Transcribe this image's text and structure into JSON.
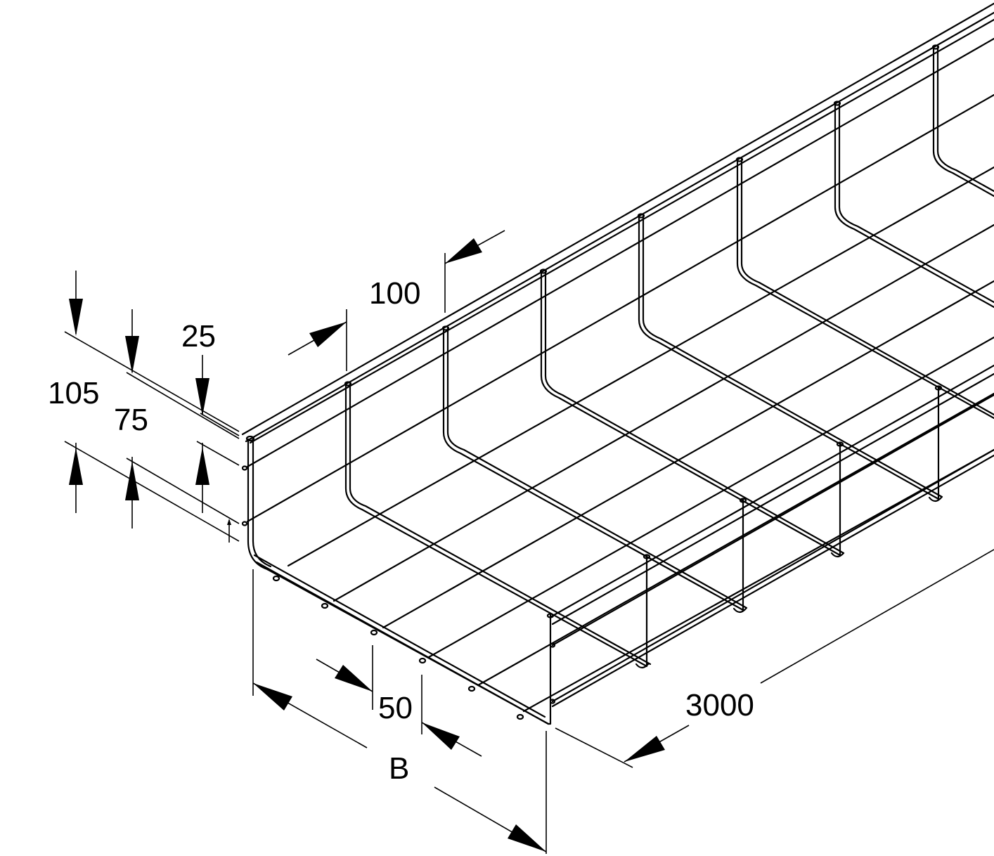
{
  "drawing": {
    "colors": {
      "line": "#000000",
      "background": "#ffffff"
    },
    "dimensions": {
      "depth_total": "105",
      "depth_inner": "75",
      "top_wire_offset": "25",
      "vertical_pitch": "100",
      "floor_pitch": "50",
      "width": "B",
      "length": "3000"
    }
  }
}
